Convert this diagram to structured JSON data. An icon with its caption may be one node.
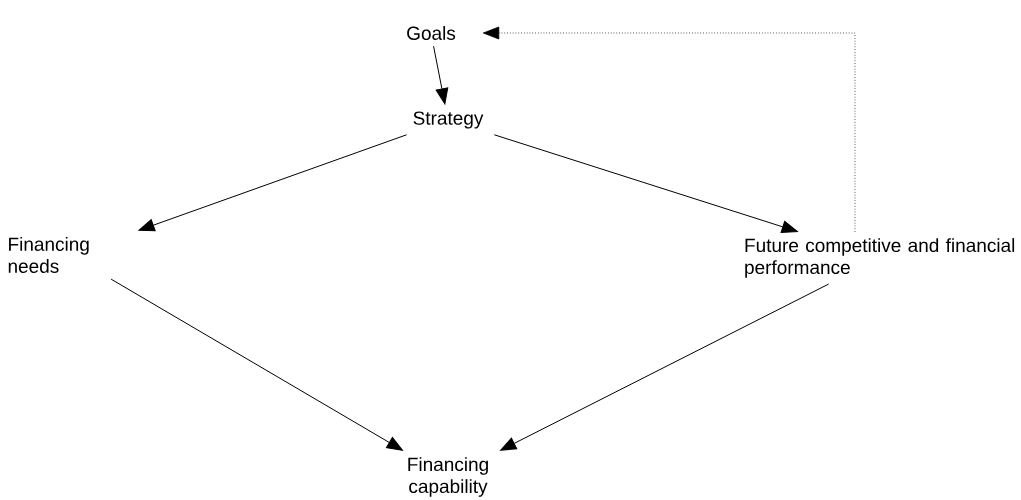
{
  "diagram": {
    "nodes": [
      {
        "text": [
          "Goals"
        ]
      },
      {
        "text": [
          "Strategy"
        ]
      },
      {
        "text": [
          "Financing needs"
        ]
      },
      {
        "text": [
          "Future competitive and financial performance"
        ]
      },
      {
        "text": [
          "Financing capability"
        ]
      }
    ],
    "edges": [
      {
        "from": 0,
        "to": 1,
        "arrow": "to"
      },
      {
        "from": 1,
        "to": 2,
        "arrow": "to"
      },
      {
        "from": 1,
        "to": 3,
        "arrow": "to"
      },
      {
        "from": 2,
        "to": 4,
        "arrow": "to"
      },
      {
        "from": 3,
        "to": 4,
        "arrow": "to"
      },
      {
        "from": 3,
        "to": 0,
        "arrow": "to",
        "style": "dashed"
      }
    ]
  }
}
